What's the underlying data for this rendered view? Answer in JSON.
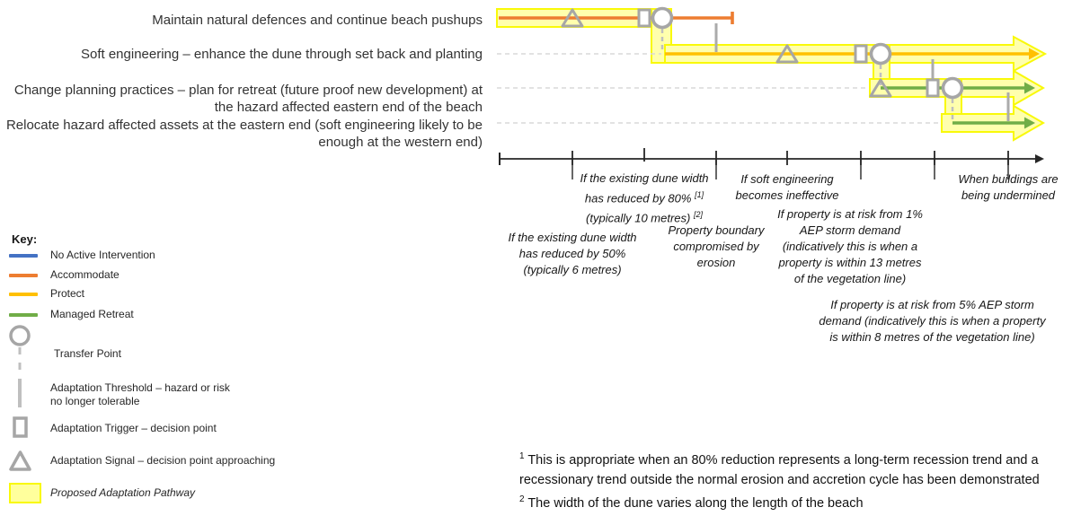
{
  "colors": {
    "no_active_intervention": "#4472C4",
    "accommodate": "#ED7D31",
    "protect": "#FFC000",
    "managed_retreat": "#70AD47",
    "marker_gray": "#A6A6A6",
    "threshold_gray": "#ABABAB",
    "dashed_future_gray": "#D9D9D9",
    "highlight_fill": "#FFFFAD",
    "highlight_border": "#F9F909",
    "axis_black": "#262626"
  },
  "pathway_rows": [
    {
      "strategy": "Accommodate",
      "label_lines": [
        "Maintain natural defences and continue beach pushups"
      ]
    },
    {
      "strategy": "Protect",
      "label_lines": [
        "Soft engineering – enhance the dune through set back and planting"
      ]
    },
    {
      "strategy": "Managed Retreat",
      "label_lines": [
        "Change planning practices – plan for retreat (future proof new development) at",
        "the hazard affected eastern end of the beach"
      ]
    },
    {
      "strategy": "Managed Retreat",
      "label_lines": [
        "Relocate hazard affected assets at the eastern end (soft engineering likely to be",
        "enough at the western end)"
      ]
    }
  ],
  "annotations": {
    "dune80": {
      "line1": "If the existing dune width",
      "line2": "has reduced by 80% ",
      "line2_sup": "[1]",
      "line3": "(typically 10 metres) ",
      "line3_sup": "[2]"
    },
    "soft_ineffective": {
      "lines": [
        "If soft engineering",
        "becomes ineffective"
      ]
    },
    "buildings": {
      "lines": [
        "When buildings are",
        "being undermined"
      ]
    },
    "dune50": {
      "lines": [
        "If the existing dune width",
        "has reduced by 50%",
        "(typically 6 metres)"
      ]
    },
    "property_boundary": {
      "lines": [
        "Property boundary",
        "compromised by",
        "erosion"
      ]
    },
    "risk1pct": {
      "lines": [
        "If property is at risk from 1%",
        "AEP storm demand",
        "(indicatively this is when a",
        "property is within 13 metres",
        "of the vegetation line)"
      ]
    },
    "risk5pct": {
      "lines": [
        "If property is at risk from 5% AEP storm",
        "demand (indicatively this is when a property",
        "is within 8 metres of the vegetation line)"
      ]
    }
  },
  "key": {
    "title": "Key:",
    "items": [
      {
        "label": "No Active Intervention"
      },
      {
        "label": "Accommodate"
      },
      {
        "label": "Protect"
      },
      {
        "label": "Managed Retreat"
      },
      {
        "label": "Transfer Point"
      },
      {
        "label_line1": "Adaptation Threshold – hazard or risk",
        "label_line2": "no longer tolerable"
      },
      {
        "label": "Adaptation Trigger – decision point"
      },
      {
        "label": "Adaptation Signal – decision point approaching"
      },
      {
        "label": "Proposed Adaptation Pathway"
      }
    ]
  },
  "footnotes": {
    "f1_sup": "1",
    "f1_line1": " This is appropriate when an 80% reduction represents a long-term recession trend and a",
    "f1_line2": "recessionary trend outside the normal erosion and accretion cycle has been demonstrated",
    "f2_sup": "2",
    "f2_text": " The width of the dune varies along the length of the beach"
  }
}
